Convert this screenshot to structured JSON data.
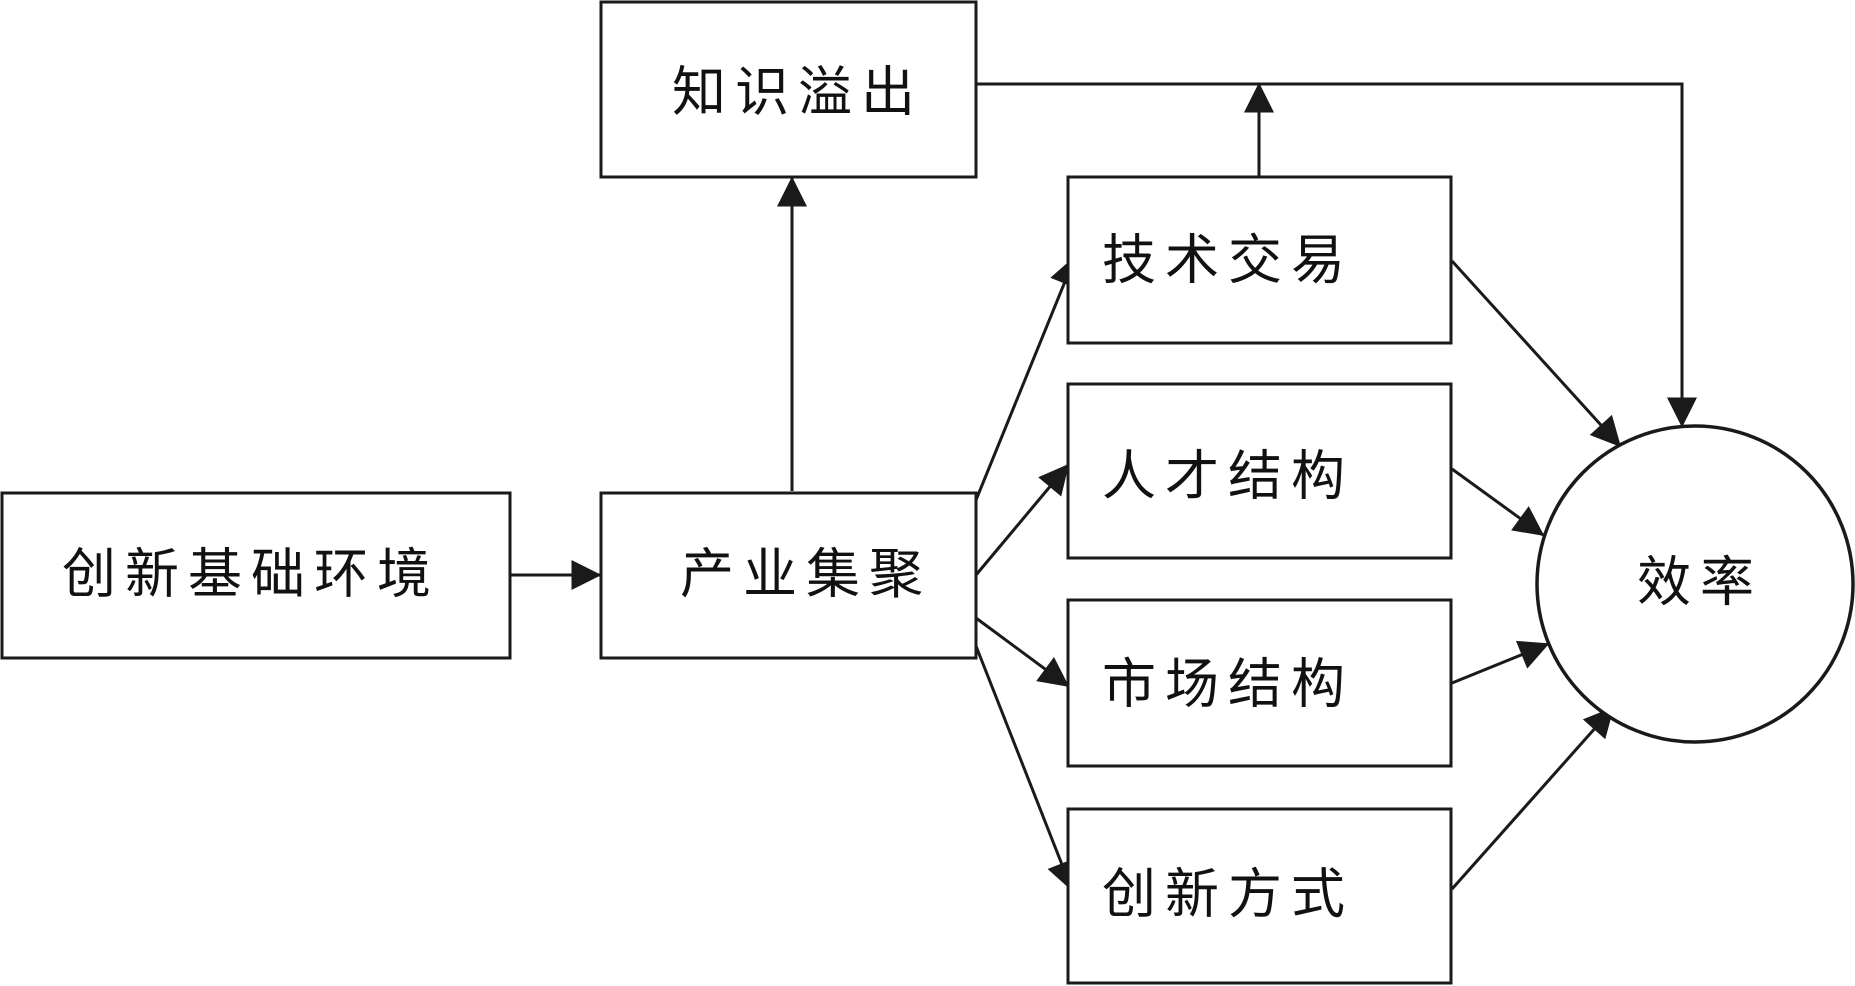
{
  "nodes": {
    "innovation_environment": "创新基础环境",
    "industrial_agglomeration": "产业集聚",
    "knowledge_spillover": "知识溢出",
    "technology_trade": "技术交易",
    "talent_structure": "人才结构",
    "market_structure": "市场结构",
    "innovation_mode": "创新方式",
    "efficiency": "效率"
  },
  "edges": [
    {
      "from": "创新基础环境",
      "to": "产业集聚"
    },
    {
      "from": "产业集聚",
      "to": "知识溢出"
    },
    {
      "from": "产业集聚",
      "to": "技术交易"
    },
    {
      "from": "产业集聚",
      "to": "人才结构"
    },
    {
      "from": "产业集聚",
      "to": "市场结构"
    },
    {
      "from": "产业集聚",
      "to": "创新方式"
    },
    {
      "from": "技术交易",
      "to": "知识溢出"
    },
    {
      "from": "知识溢出",
      "to": "效率"
    },
    {
      "from": "技术交易",
      "to": "效率"
    },
    {
      "from": "人才结构",
      "to": "效率"
    },
    {
      "from": "市场结构",
      "to": "效率"
    },
    {
      "from": "创新方式",
      "to": "效率"
    }
  ]
}
